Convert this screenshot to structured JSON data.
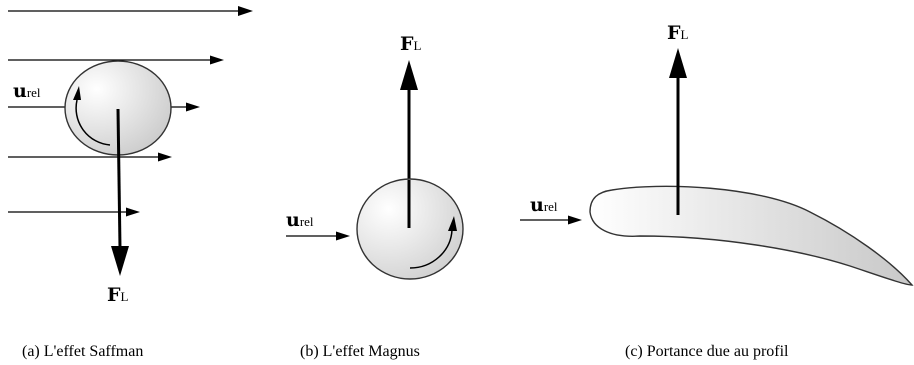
{
  "panels": {
    "saffman": {
      "caption": "(a) L'effet Saffman",
      "force_main": "F",
      "force_sub": "L",
      "velocity_main": "u",
      "velocity_sub": "rel"
    },
    "magnus": {
      "caption": "(b) L'effet Magnus",
      "force_main": "F",
      "force_sub": "L",
      "velocity_main": "u",
      "velocity_sub": "rel"
    },
    "profil": {
      "caption": "(c) Portance due au profil",
      "force_main": "F",
      "force_sub": "L",
      "velocity_main": "u",
      "velocity_sub": "rel"
    }
  },
  "colors": {
    "stroke": "#000000",
    "body_fill_light": "#ffffff",
    "body_fill_dark": "#c8c8c8"
  }
}
